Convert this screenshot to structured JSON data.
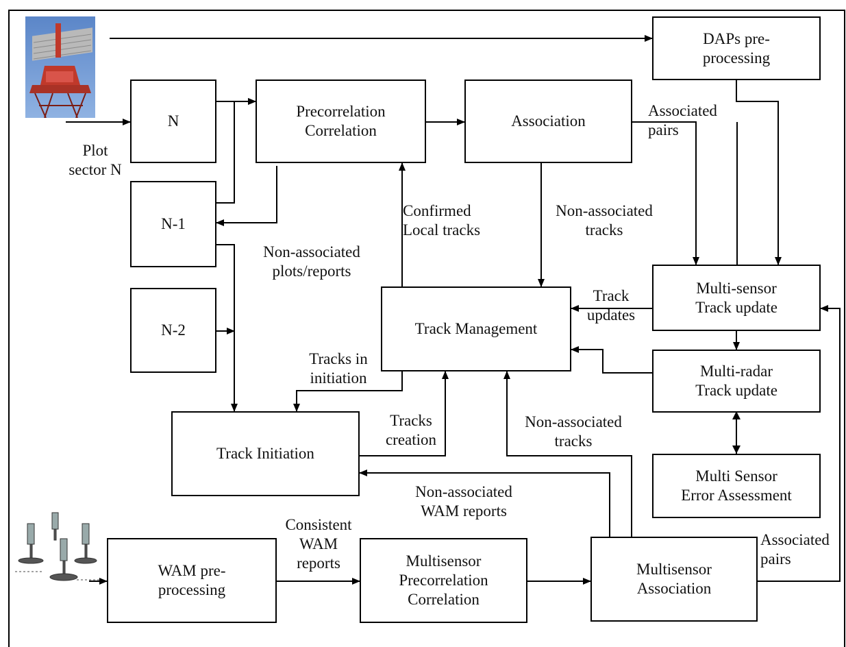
{
  "boxes": {
    "daps": "DAPs pre-\nprocessing",
    "n": "N",
    "precorr": "Precorrelation\nCorrelation",
    "assoc": "Association",
    "n1": "N-1",
    "n2": "N-2",
    "trackmgmt": "Track Management",
    "msupdate": "Multi-sensor\nTrack update",
    "mrupdate": "Multi-radar\nTrack update",
    "mserror": "Multi  Sensor\nError Assessment",
    "trackinit": "Track Initiation",
    "wampre": "WAM pre-\nprocessing",
    "msprecorr": "Multisensor\nPrecorrelation\nCorrelation",
    "msassoc": "Multisensor\nAssociation"
  },
  "labels": {
    "plot_sector": "Plot\nsector N",
    "associated_pairs_top": "Associated\npairs",
    "confirmed_local_tracks": "Confirmed\nLocal tracks",
    "non_associated_tracks_top": "Non-associated\ntracks",
    "non_associated_plots": "Non-associated\nplots/reports",
    "track_updates": "Track\nupdates",
    "tracks_in_initiation": "Tracks in\ninitiation",
    "tracks_creation": "Tracks\ncreation",
    "non_associated_tracks_mid": "Non-associated\ntracks",
    "non_associated_wam": "Non-associated\nWAM reports",
    "consistent_wam": "Consistent\nWAM\nreports",
    "associated_pairs_bottom": "Associated\npairs"
  }
}
